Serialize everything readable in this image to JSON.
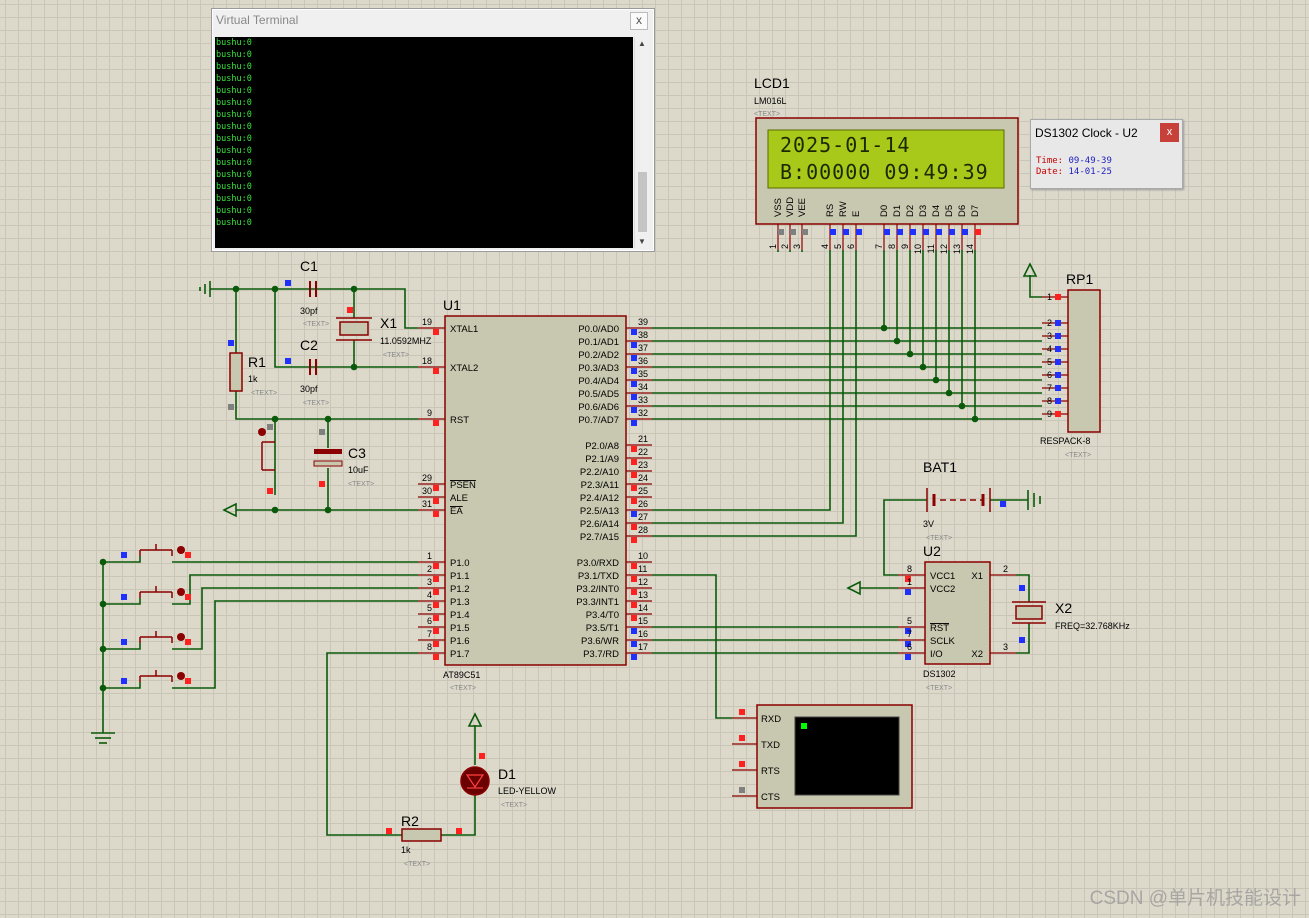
{
  "terminal": {
    "title": "Virtual Terminal",
    "close": "x",
    "lines": [
      "bushu:0",
      "bushu:0",
      "bushu:0",
      "bushu:0",
      "bushu:0",
      "bushu:0",
      "bushu:0",
      "bushu:0",
      "bushu:0",
      "bushu:0",
      "bushu:0",
      "bushu:0",
      "bushu:0",
      "bushu:0",
      "bushu:0",
      "bushu:0"
    ]
  },
  "ds1302_popup": {
    "title": "DS1302 Clock - U2",
    "close": "x",
    "time_label": "Time:",
    "time_value": "09-49-39",
    "date_label": "Date:",
    "date_value": "14-01-25"
  },
  "lcd": {
    "ref": "LCD1",
    "model": "LM016L",
    "text_ph": "<TEXT>",
    "line1": "2025-01-14",
    "line2": "B:00000 09:49:39",
    "pin_names": [
      "VSS",
      "VDD",
      "VEE",
      "RS",
      "RW",
      "E",
      "D0",
      "D1",
      "D2",
      "D3",
      "D4",
      "D5",
      "D6",
      "D7"
    ],
    "pin_numbers": [
      "1",
      "2",
      "3",
      "4",
      "5",
      "6",
      "7",
      "8",
      "9",
      "10",
      "11",
      "12",
      "13",
      "14"
    ]
  },
  "u1": {
    "ref": "U1",
    "part": "AT89C51",
    "text_ph": "<TEXT>",
    "left_pins": [
      {
        "num": "19",
        "name": "XTAL1"
      },
      {
        "num": "18",
        "name": "XTAL2"
      },
      {
        "num": "9",
        "name": "RST"
      },
      {
        "num": "29",
        "name": "PSEN"
      },
      {
        "num": "30",
        "name": "ALE"
      },
      {
        "num": "31",
        "name": "EA"
      },
      {
        "num": "1",
        "name": "P1.0"
      },
      {
        "num": "2",
        "name": "P1.1"
      },
      {
        "num": "3",
        "name": "P1.2"
      },
      {
        "num": "4",
        "name": "P1.3"
      },
      {
        "num": "5",
        "name": "P1.4"
      },
      {
        "num": "6",
        "name": "P1.5"
      },
      {
        "num": "7",
        "name": "P1.6"
      },
      {
        "num": "8",
        "name": "P1.7"
      }
    ],
    "right_pins_p0": [
      {
        "num": "39",
        "name": "P0.0/AD0"
      },
      {
        "num": "38",
        "name": "P0.1/AD1"
      },
      {
        "num": "37",
        "name": "P0.2/AD2"
      },
      {
        "num": "36",
        "name": "P0.3/AD3"
      },
      {
        "num": "35",
        "name": "P0.4/AD4"
      },
      {
        "num": "34",
        "name": "P0.5/AD5"
      },
      {
        "num": "33",
        "name": "P0.6/AD6"
      },
      {
        "num": "32",
        "name": "P0.7/AD7"
      }
    ],
    "right_pins_p2": [
      {
        "num": "21",
        "name": "P2.0/A8"
      },
      {
        "num": "22",
        "name": "P2.1/A9"
      },
      {
        "num": "23",
        "name": "P2.2/A10"
      },
      {
        "num": "24",
        "name": "P2.3/A11"
      },
      {
        "num": "25",
        "name": "P2.4/A12"
      },
      {
        "num": "26",
        "name": "P2.5/A13"
      },
      {
        "num": "27",
        "name": "P2.6/A14"
      },
      {
        "num": "28",
        "name": "P2.7/A15"
      }
    ],
    "right_pins_p3": [
      {
        "num": "10",
        "name": "P3.0/RXD"
      },
      {
        "num": "11",
        "name": "P3.1/TXD"
      },
      {
        "num": "12",
        "name": "P3.2/INT0"
      },
      {
        "num": "13",
        "name": "P3.3/INT1"
      },
      {
        "num": "14",
        "name": "P3.4/T0"
      },
      {
        "num": "15",
        "name": "P3.5/T1"
      },
      {
        "num": "16",
        "name": "P3.6/WR"
      },
      {
        "num": "17",
        "name": "P3.7/RD"
      }
    ]
  },
  "c1": {
    "ref": "C1",
    "value": "30pf",
    "ph": "<TEXT>"
  },
  "c2": {
    "ref": "C2",
    "value": "30pf",
    "ph": "<TEXT>"
  },
  "c3": {
    "ref": "C3",
    "value": "10uF",
    "ph": "<TEXT>"
  },
  "x1": {
    "ref": "X1",
    "value": "11.0592MHZ",
    "ph": "<TEXT>"
  },
  "r1": {
    "ref": "R1",
    "value": "1k",
    "ph": "<TEXT>"
  },
  "r2": {
    "ref": "R2",
    "value": "1k",
    "ph": "<TEXT>"
  },
  "d1": {
    "ref": "D1",
    "value": "LED-YELLOW",
    "ph": "<TEXT>"
  },
  "rp1": {
    "ref": "RP1",
    "part": "RESPACK-8",
    "ph": "<TEXT>",
    "pins": [
      "1",
      "2",
      "3",
      "4",
      "5",
      "6",
      "7",
      "8",
      "9"
    ]
  },
  "bat1": {
    "ref": "BAT1",
    "value": "3V",
    "ph": "<TEXT>"
  },
  "u2": {
    "ref": "U2",
    "part": "DS1302",
    "ph": "<TEXT>",
    "pins_left": [
      {
        "num": "8",
        "name": "VCC1"
      },
      {
        "num": "1",
        "name": "VCC2"
      },
      {
        "num": "5",
        "name": "RST"
      },
      {
        "num": "7",
        "name": "SCLK"
      },
      {
        "num": "6",
        "name": "I/O"
      }
    ],
    "pins_right": [
      {
        "num": "2",
        "name": "X1"
      },
      {
        "num": "3",
        "name": "X2"
      }
    ]
  },
  "x2": {
    "ref": "X2",
    "value": "FREQ=32.768KHz"
  },
  "serial": {
    "pins": [
      "RXD",
      "TXD",
      "RTS",
      "CTS"
    ]
  },
  "watermark": "CSDN @单片机技能设计",
  "colors": {
    "wire": "#0a5a0a",
    "component": "#8b0000",
    "body": "#c8c8b0",
    "pin_blue": "#2030ff",
    "pin_red": "#ff2020",
    "pin_gray": "#808080"
  }
}
